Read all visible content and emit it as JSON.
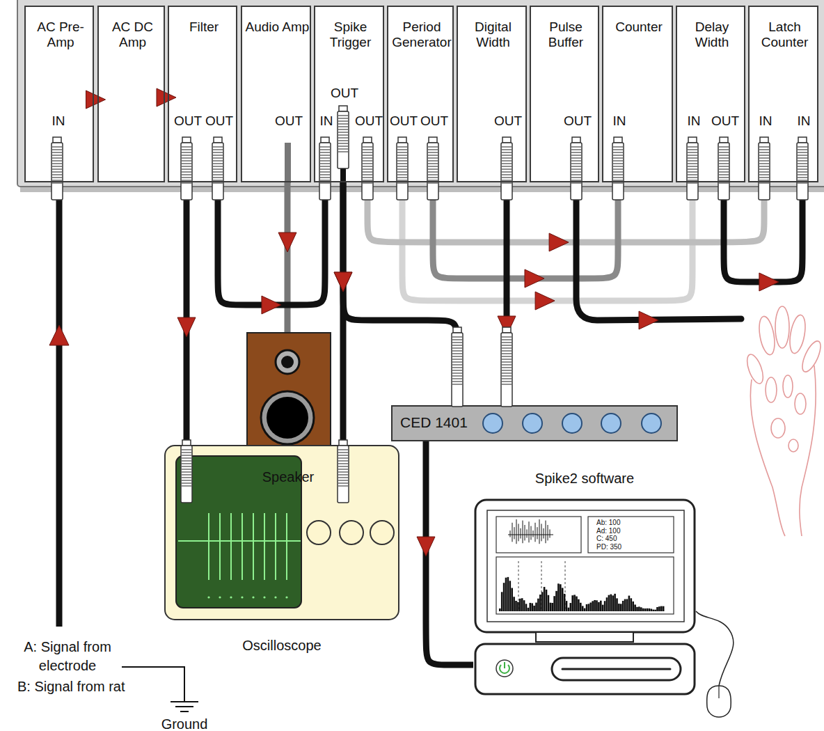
{
  "diagram": {
    "nodes": [
      {
        "text": [
          "AC Pre-Amp",
          "IN"
        ]
      },
      {
        "text": [
          "AC DC Amp"
        ]
      },
      {
        "text": [
          "Filter",
          "OUT",
          "OUT"
        ]
      },
      {
        "text": [
          "Audio Amp",
          "OUT"
        ]
      },
      {
        "text": [
          "Spike Trigger",
          "OUT",
          "IN",
          "OUT"
        ]
      },
      {
        "text": [
          "Period Generator",
          "OUT",
          "OUT"
        ]
      },
      {
        "text": [
          "Digital Width",
          "OUT"
        ]
      },
      {
        "text": [
          "Pulse Buffer",
          "OUT"
        ]
      },
      {
        "text": [
          "Counter",
          "IN"
        ]
      },
      {
        "text": [
          "Delay Width",
          "IN",
          "OUT"
        ]
      },
      {
        "text": [
          "Latch Counter",
          "IN",
          "IN"
        ]
      },
      {
        "text": [
          "Speaker"
        ]
      },
      {
        "text": [
          "Oscilloscope"
        ]
      },
      {
        "text": [
          "CED 1401"
        ]
      },
      {
        "text": [
          "Spike2 software",
          "Ab: 100",
          "Ad: 100",
          "C: 450",
          "PD: 350"
        ]
      }
    ],
    "edges": [
      {
        "from": 0,
        "to": 1,
        "arrow": "to"
      },
      {
        "from": 1,
        "to": 2,
        "arrow": "to"
      },
      {
        "from": 2,
        "to": 12,
        "arrow": "to"
      },
      {
        "from": 2,
        "to": 4,
        "arrow": "to"
      },
      {
        "from": 3,
        "to": 11,
        "arrow": "to"
      },
      {
        "from": 4,
        "to": 12,
        "arrow": "to"
      },
      {
        "from": 4,
        "to": 13,
        "arrow": "to"
      },
      {
        "from": 4,
        "to": 10,
        "arrow": "to"
      },
      {
        "from": 5,
        "to": 9,
        "arrow": "to"
      },
      {
        "from": 5,
        "to": 8,
        "arrow": "to"
      },
      {
        "from": 6,
        "to": 13,
        "arrow": "to"
      },
      {
        "from": 9,
        "to": 10,
        "arrow": "to"
      },
      {
        "from": 13,
        "to": 14,
        "arrow": "to"
      }
    ],
    "labels": [
      "A: Signal from electrode",
      "B: Signal from rat",
      "Ground"
    ]
  }
}
